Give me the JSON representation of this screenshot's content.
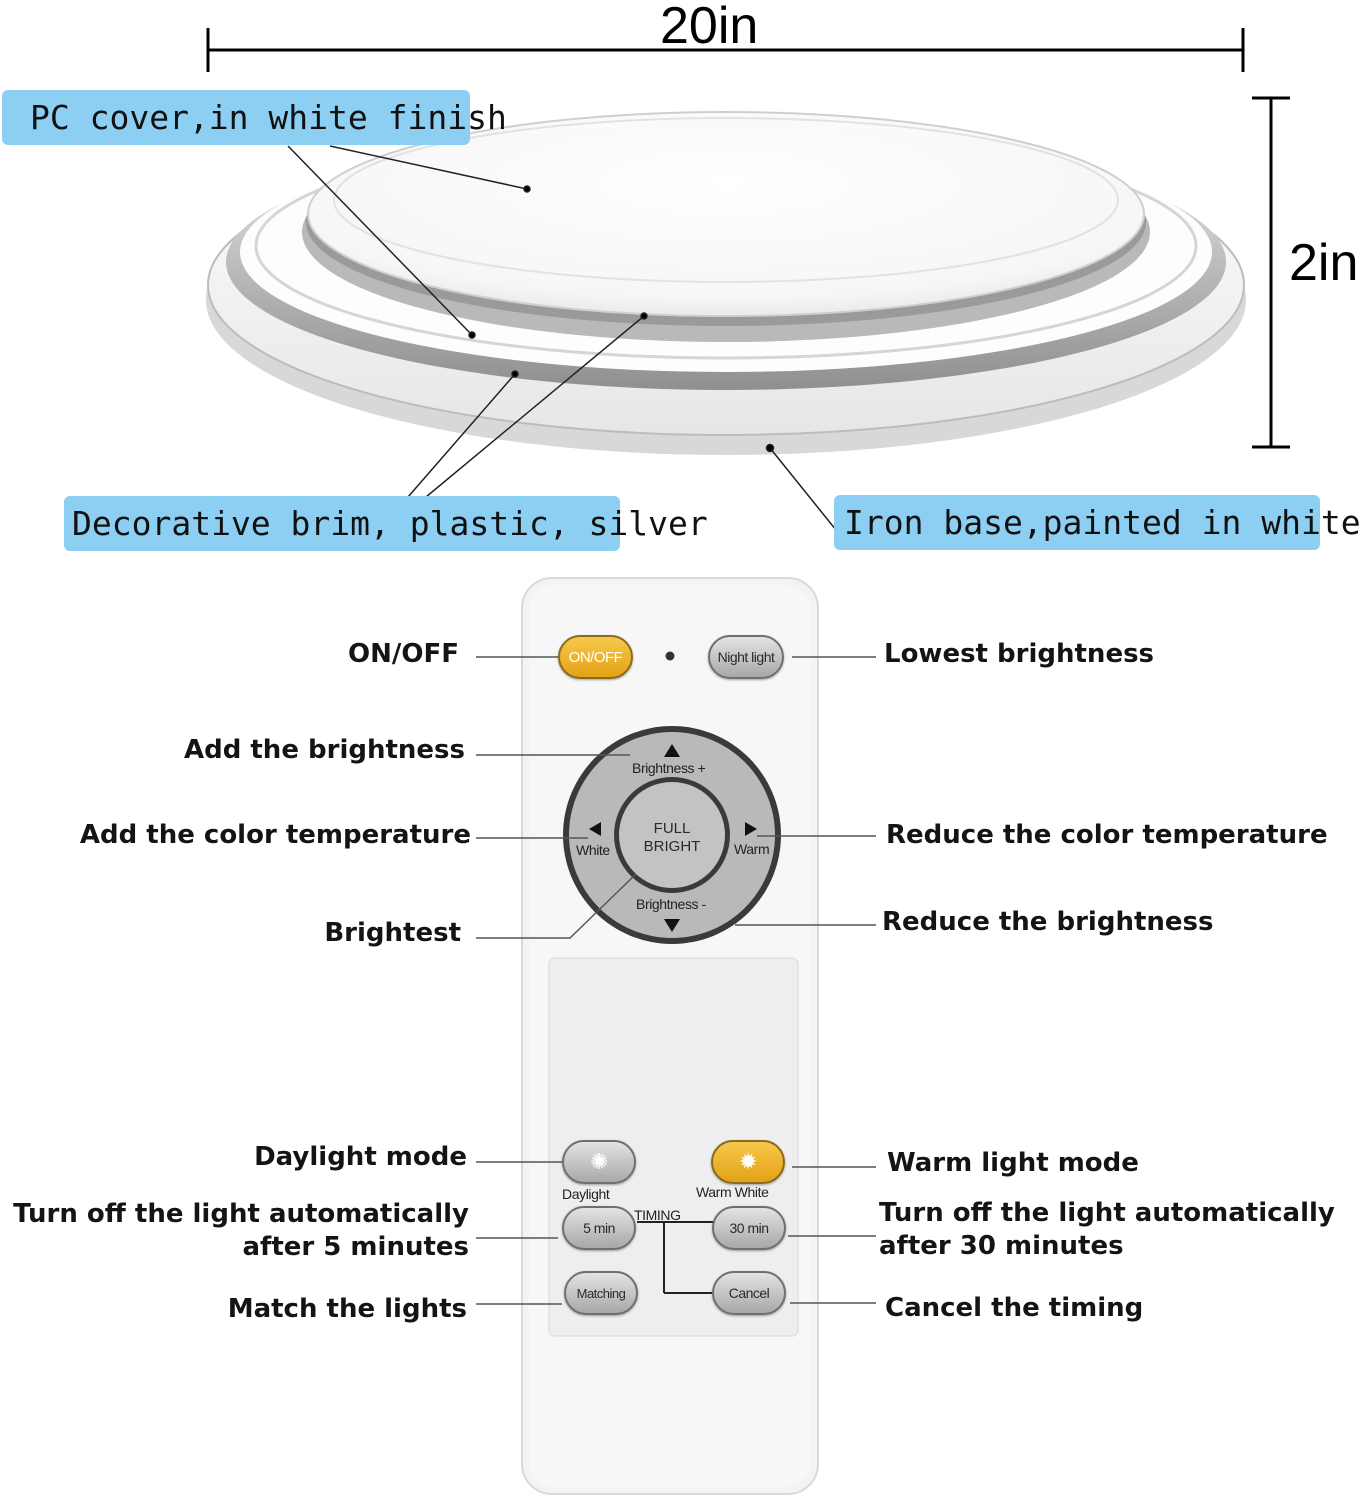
{
  "dimensions": {
    "width_label": "20in",
    "height_label": "2in"
  },
  "callouts": {
    "pc_cover": "PC cover,in white finish",
    "brim": "Decorative brim, plastic, silver",
    "base": "Iron base,painted in white"
  },
  "remote": {
    "buttons": {
      "onoff": "ON/OFF",
      "night_light": "Night light",
      "full_bright_line1": "FULL",
      "full_bright_line2": "BRIGHT",
      "brightness_up": "Brightness +",
      "brightness_down": "Brightness -",
      "white": "White",
      "warm": "Warm",
      "daylight": "Daylight",
      "warm_white": "Warm White",
      "timing": "TIMING",
      "five_min": "5 min",
      "thirty_min": "30 min",
      "matching": "Matching",
      "cancel": "Cancel"
    }
  },
  "labels": {
    "onoff": "ON/OFF",
    "lowest_brightness": "Lowest brightness",
    "add_brightness": "Add the brightness",
    "add_color_temp": "Add the color temperature",
    "reduce_color_temp": "Reduce the color temperature",
    "brightest": "Brightest",
    "reduce_brightness": "Reduce the brightness",
    "daylight_mode": "Daylight mode",
    "warm_light_mode": "Warm light mode",
    "off_5_line1": "Turn off the light automatically",
    "off_5_line2": "after 5 minutes",
    "off_30_line1": "Turn off the light automatically",
    "off_30_line2": "after 30 minutes",
    "match_lights": "Match the lights",
    "cancel_timing": "Cancel the timing"
  },
  "colors": {
    "callout_bg": "#8ccff2",
    "amber": "#eab22a",
    "remote_body": "#f4f4f4"
  }
}
